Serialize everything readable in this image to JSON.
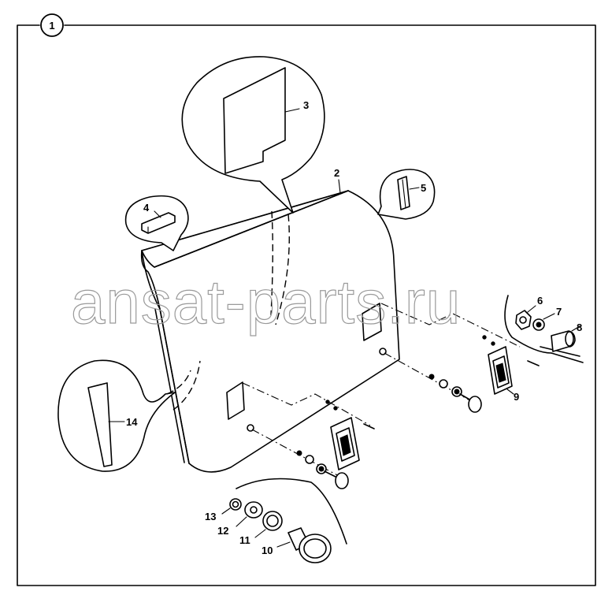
{
  "figure": {
    "number": "1",
    "watermark": "ansat-parts.ru",
    "callouts": [
      "2",
      "3",
      "4",
      "5",
      "6",
      "7",
      "8",
      "9",
      "10",
      "11",
      "12",
      "13",
      "14"
    ]
  }
}
